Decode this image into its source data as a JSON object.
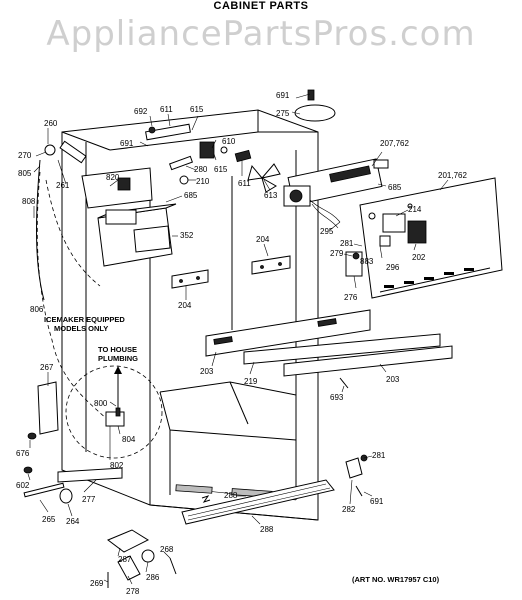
{
  "title": "CABINET PARTS",
  "watermark": "AppliancePartsPros.com",
  "notes": {
    "icemaker": [
      "ICEMAKER EQUIPPED",
      "MODELS ONLY"
    ],
    "plumbing": [
      "TO HOUSE",
      "PLUMBING"
    ],
    "art_no": "(ART NO. WR17957 C10)"
  },
  "labels": {
    "l691a": "691",
    "l275": "275",
    "l692": "692",
    "l611a": "611",
    "l615a": "615",
    "l691b": "691",
    "l610": "610",
    "l615b": "615",
    "l611b": "611",
    "l280": "280",
    "l210": "210",
    "l613": "613",
    "l207": "207,762",
    "l685a": "685",
    "l201": "201,762",
    "l214": "214",
    "l260": "260",
    "l270": "270",
    "l805": "805",
    "l261": "261",
    "l820": "820",
    "l685b": "685",
    "l808": "808",
    "l352": "352",
    "l204a": "204",
    "l204b": "204",
    "l295": "295",
    "l281a": "281",
    "l279": "279",
    "l883": "883",
    "l296": "296",
    "l202": "202",
    "l276": "276",
    "l806": "806",
    "l203a": "203",
    "l219": "219",
    "l203b": "203",
    "l693": "693",
    "l267": "267",
    "l800": "800",
    "l804": "804",
    "l802": "802",
    "l676": "676",
    "l602": "602",
    "l277": "277",
    "l265": "265",
    "l264": "264",
    "l288a": "288",
    "l288b": "288",
    "l281b": "281",
    "l282": "282",
    "l691c": "691",
    "l287": "287",
    "l268": "268",
    "l269": "269",
    "l286": "286",
    "l278": "278"
  }
}
